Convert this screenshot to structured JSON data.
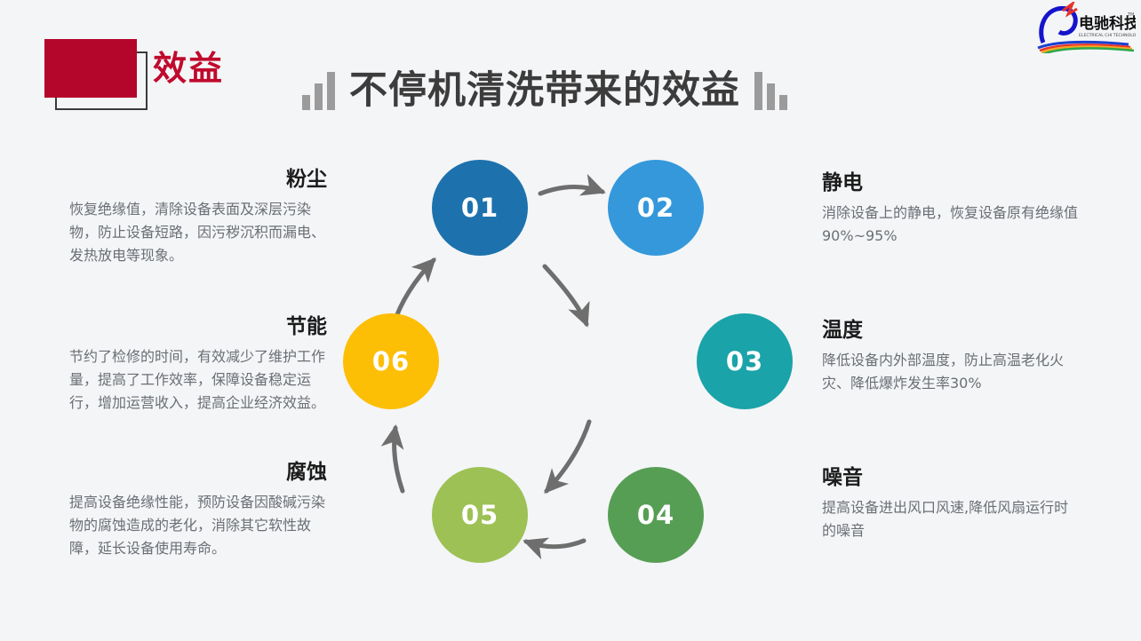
{
  "header": {
    "section_label": "效益",
    "title": "不停机清洗带来的效益",
    "decor_left": "ascending-bars",
    "decor_right": "descending-bars"
  },
  "logo": {
    "name_cn": "电驰科技",
    "name_en": "ELECTRICAL CHI TECHNOLOGY",
    "trademark": "TM"
  },
  "colors": {
    "background": "#f4f5f7",
    "accent_red": "#b4052a",
    "label_red": "#c00a2d",
    "title_gray": "#3c3c3c",
    "body_gray": "#6a6f75",
    "arrow_gray": "#6e6e6e",
    "step_01": "#1d72ad",
    "step_02": "#3498db",
    "step_03": "#1aa3a8",
    "step_04": "#579e55",
    "step_05": "#9dc155",
    "step_06": "#fdbe06"
  },
  "chart_data": {
    "type": "diagram",
    "layout": "cycle",
    "title": "不停机清洗带来的效益",
    "steps": [
      {
        "num": "01",
        "color": "#1d72ad",
        "heading": "粉尘",
        "body": "恢复绝缘值，清除设备表面及深层污染物，防止设备短路，因污秽沉积而漏电、发热放电等现象。",
        "side": "left"
      },
      {
        "num": "02",
        "color": "#3498db",
        "heading": "静电",
        "body": "消除设备上的静电，恢复设备原有绝缘值90%~95%",
        "side": "right"
      },
      {
        "num": "03",
        "color": "#1aa3a8",
        "heading": "温度",
        "body": "降低设备内外部温度，防止高温老化火灾、降低爆炸发生率30%",
        "side": "right"
      },
      {
        "num": "04",
        "color": "#579e55",
        "heading": "噪音",
        "body": "提高设备进出风口风速,降低风扇运行时的噪音",
        "side": "right"
      },
      {
        "num": "05",
        "color": "#9dc155",
        "heading": "腐蚀",
        "body": "提高设备绝缘性能，预防设备因酸碱污染物的腐蚀造成的老化，消除其它软性故障，延长设备使用寿命。",
        "side": "left"
      },
      {
        "num": "06",
        "color": "#fdbe06",
        "heading": "节能",
        "body": "节约了检修的时间，有效减少了维护工作量，提高了工作效率，保障设备稳定运行，增加运营收入，提高企业经济效益。",
        "side": "left"
      }
    ]
  }
}
